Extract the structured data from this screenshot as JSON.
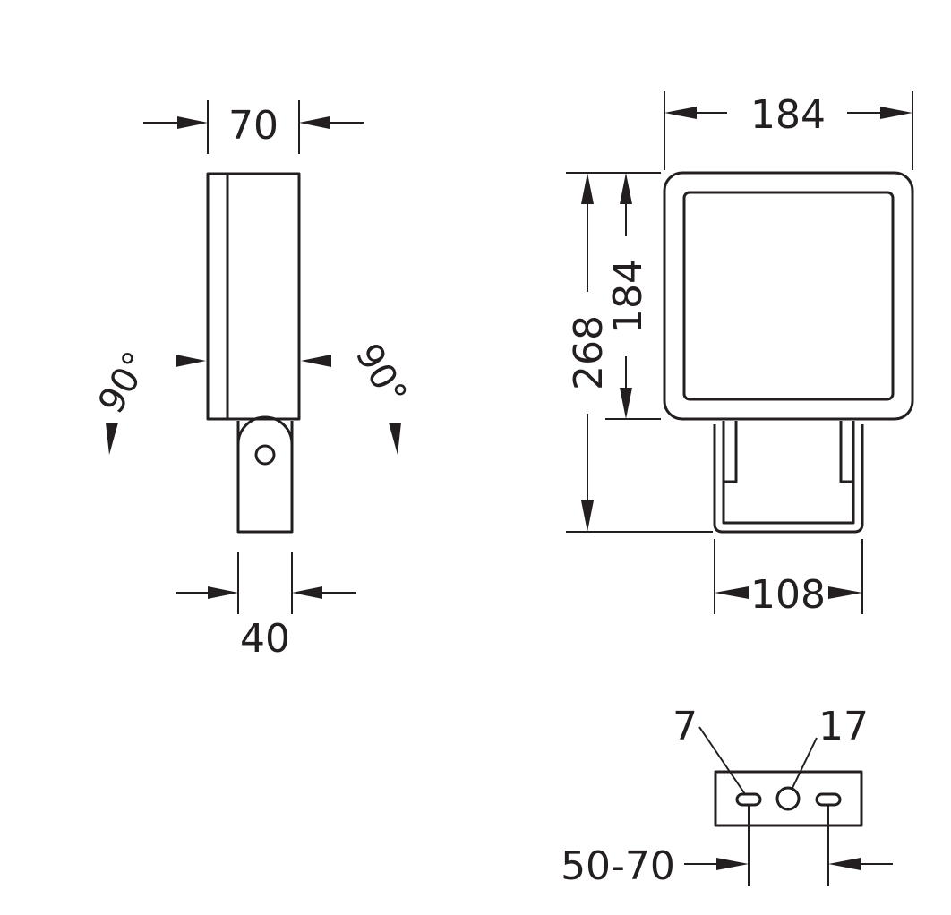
{
  "side_view": {
    "width_label": "70",
    "bracket_width_label": "40",
    "tilt_left_label": "90°",
    "tilt_right_label": "90°"
  },
  "front_view": {
    "width_label": "184",
    "total_height_label": "268",
    "body_height_label": "184",
    "bracket_width_label": "108"
  },
  "mounting_bracket": {
    "slot_label": "7",
    "hole_label": "17",
    "slot_spacing_label": "50-70"
  }
}
